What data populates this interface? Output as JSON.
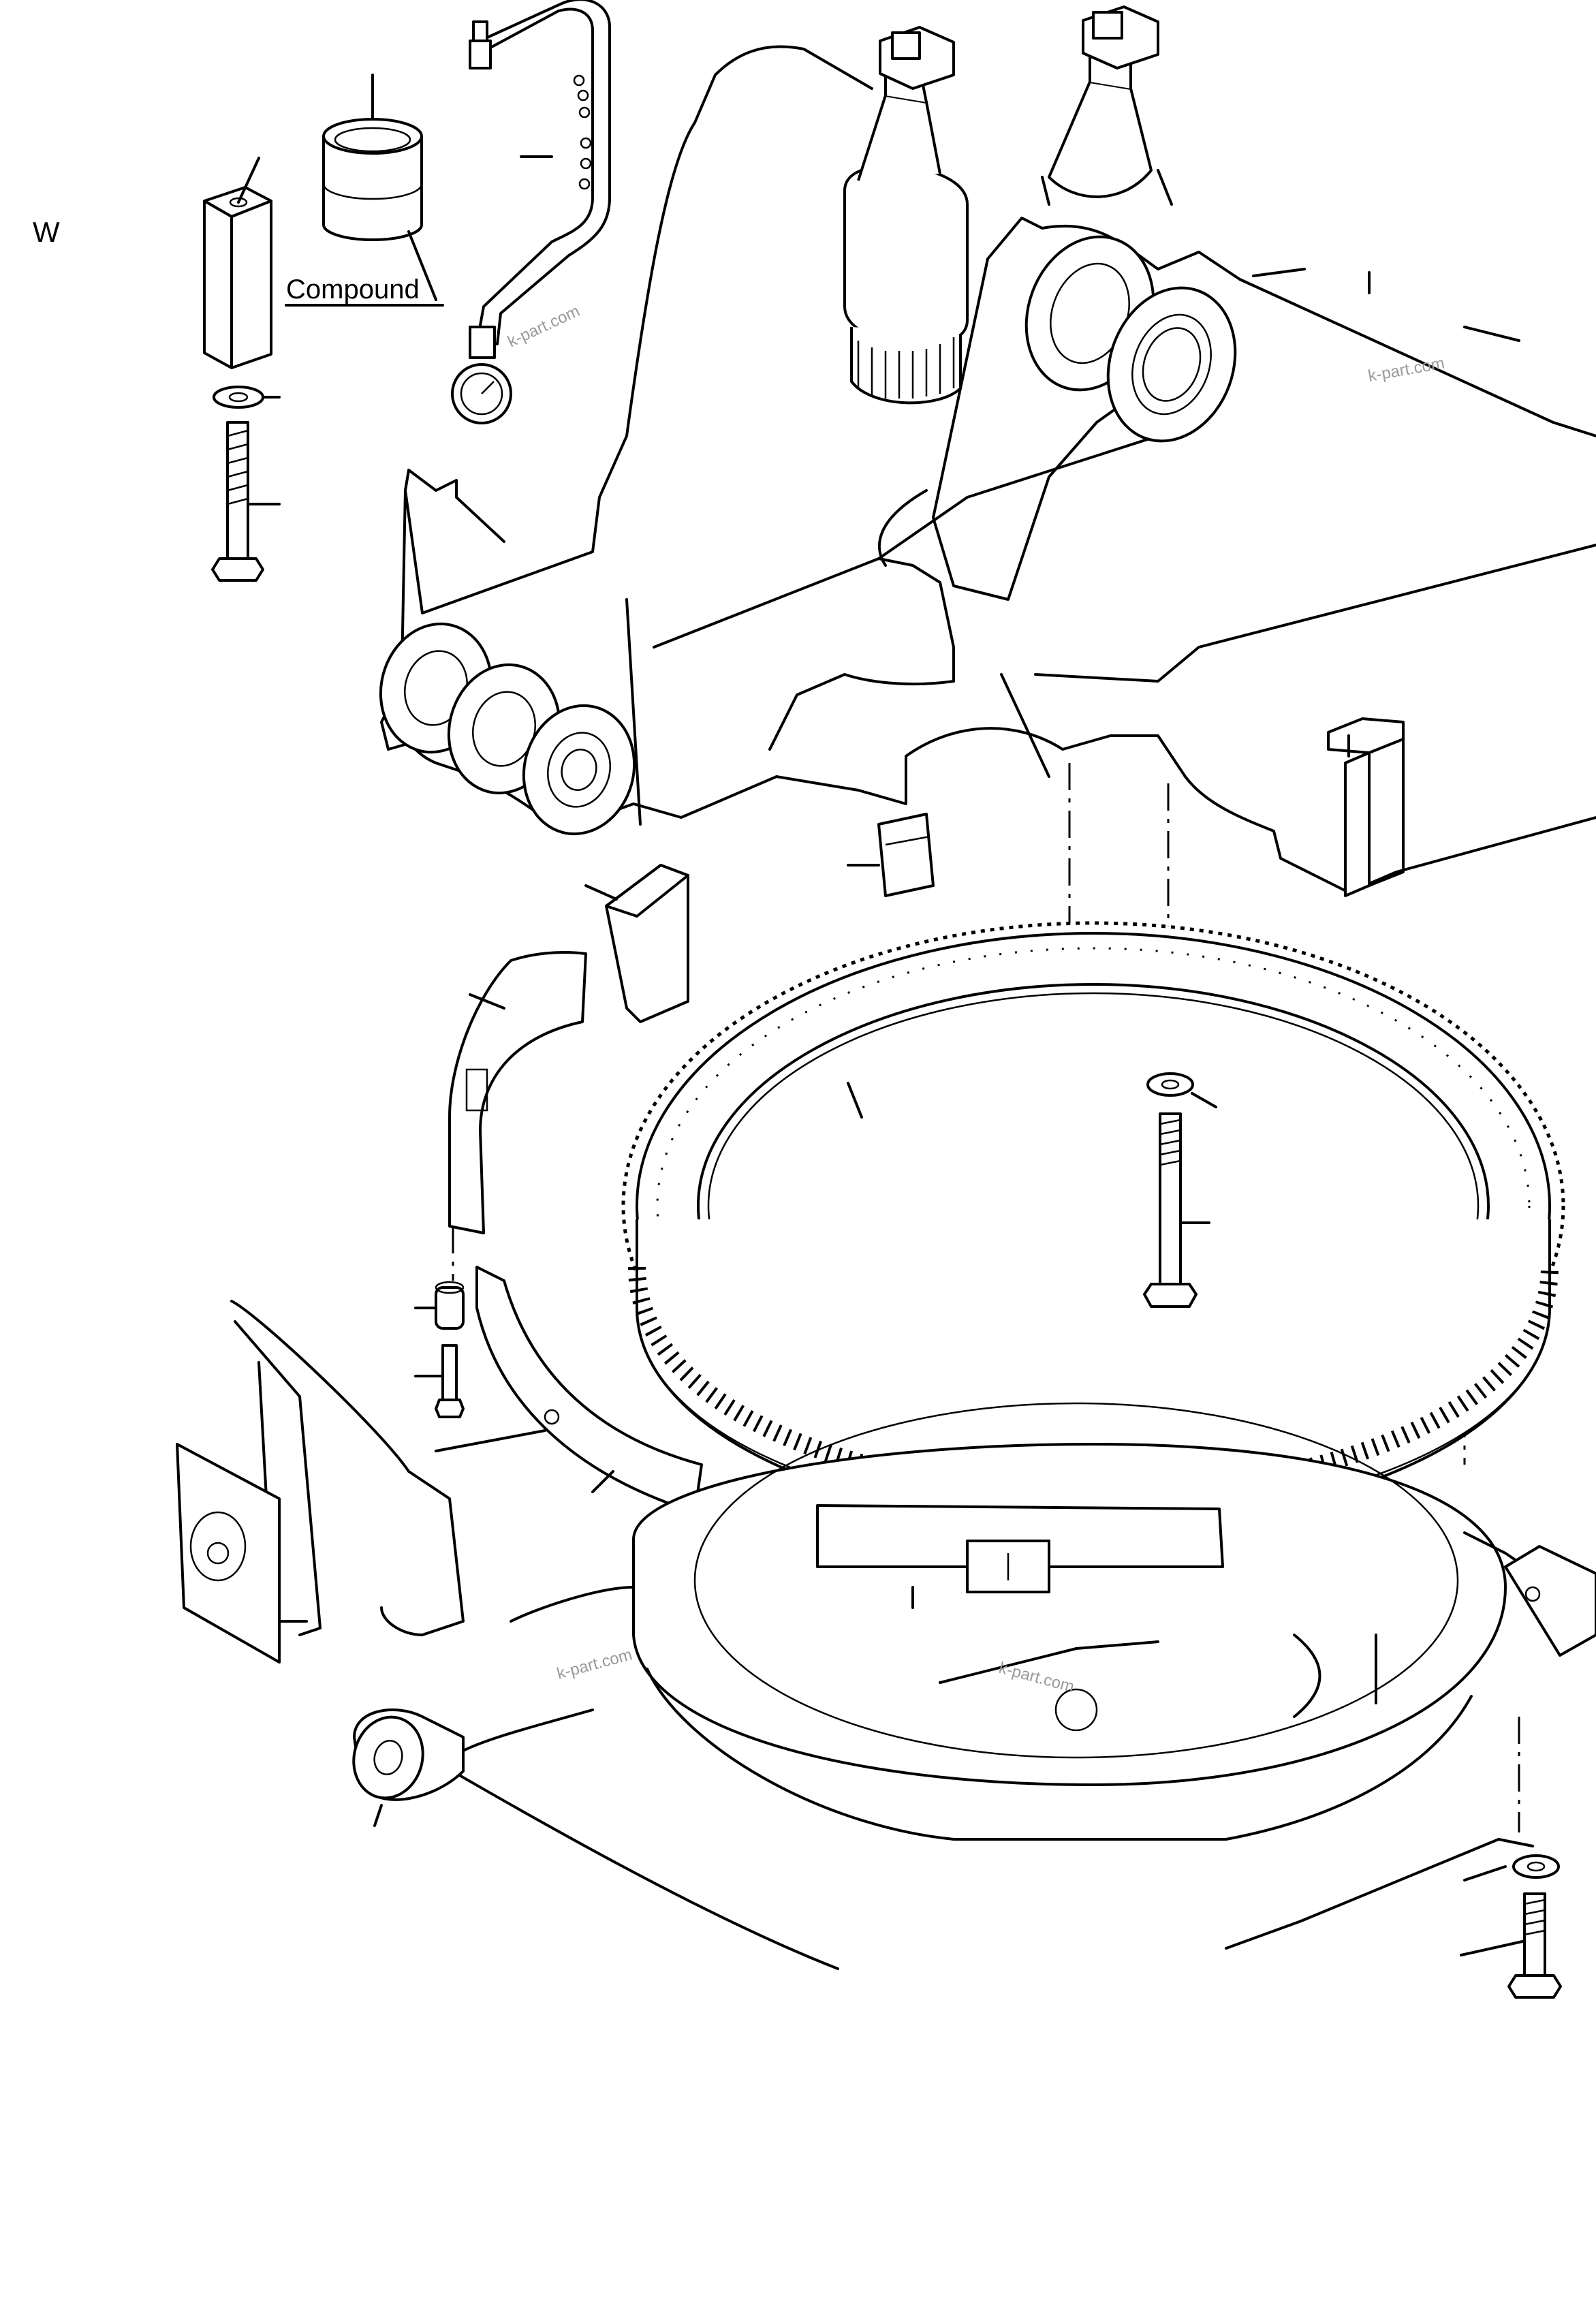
{
  "diagram": {
    "section_letter": "W",
    "compound_label": "Compound",
    "watermark": "k-part.com"
  }
}
